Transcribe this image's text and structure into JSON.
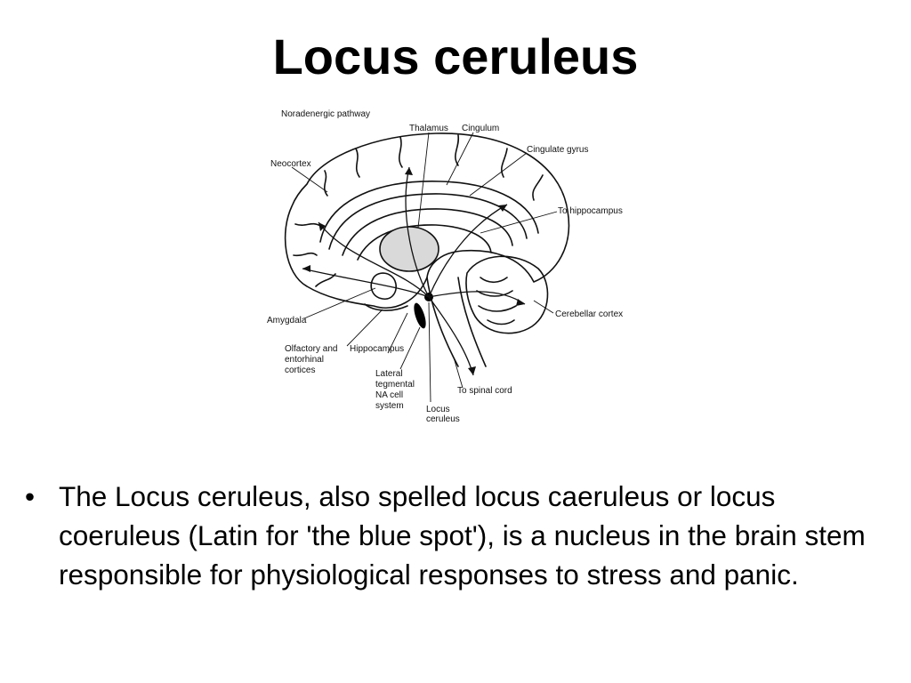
{
  "slide": {
    "title": "Locus ceruleus",
    "bullets": [
      {
        "symbol": "•",
        "text": "The Locus ceruleus, also spelled locus caeruleus or locus coeruleus (Latin for 'the blue spot'), is a nucleus in the brain stem responsible for physiological responses to stress and panic."
      }
    ]
  },
  "diagram": {
    "heading": "Noradenergic pathway",
    "labels": {
      "neocortex": "Neocortex",
      "thalamus": "Thalamus",
      "cingulum": "Cingulum",
      "cingulate_gyrus": "Cingulate gyrus",
      "to_hippocampus": "To hippocampus",
      "cerebellar_cortex": "Cerebellar cortex",
      "amygdala": "Amygdala",
      "olfactory": [
        "Olfactory and",
        "entorhinal",
        "cortices"
      ],
      "hippocampus": "Hippocampus",
      "lateral_tegmental": [
        "Lateral",
        "tegmental",
        "NA cell",
        "system"
      ],
      "to_spinal_cord": "To spinal cord",
      "locus_ceruleus": [
        "Locus",
        "ceruleus"
      ]
    }
  }
}
